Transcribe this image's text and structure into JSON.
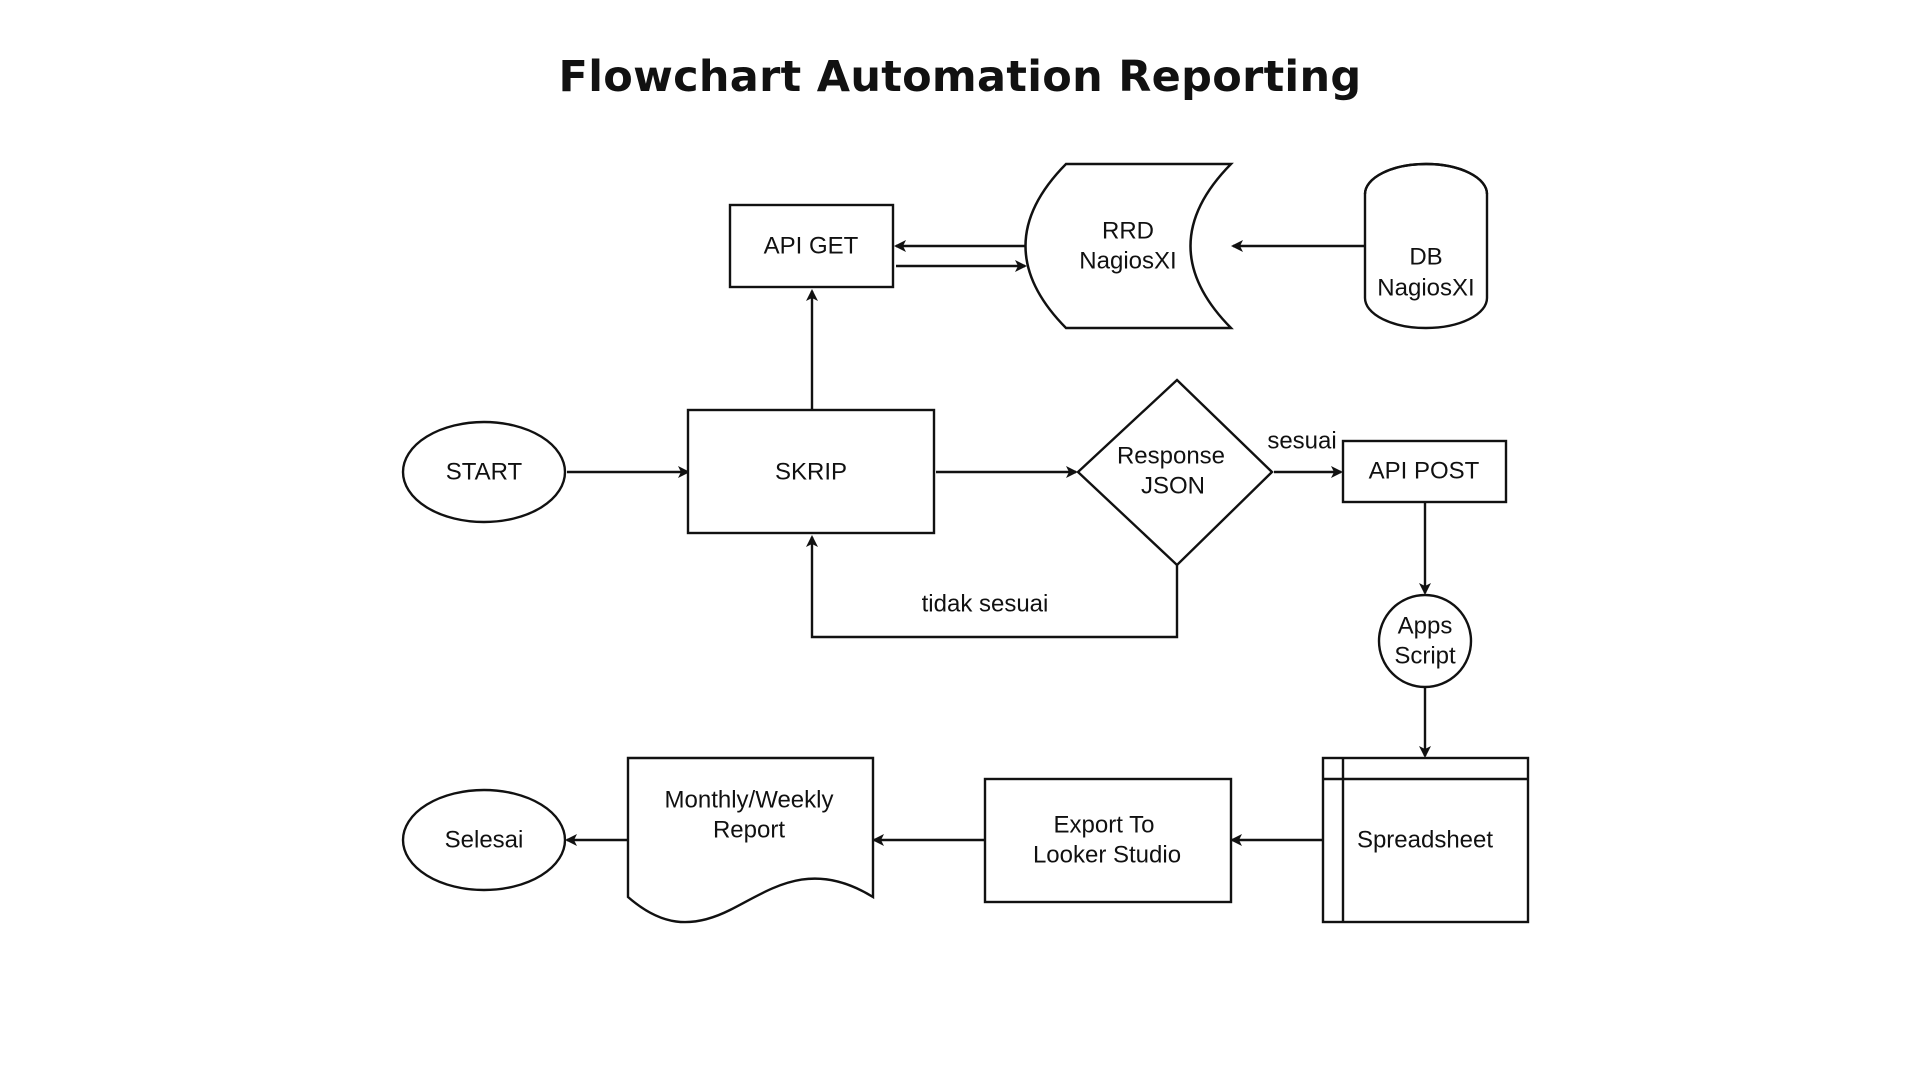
{
  "title": "Flowchart Automation Reporting",
  "nodes": {
    "start": {
      "label": "START",
      "shape": "terminator"
    },
    "skrip": {
      "label": "SKRIP",
      "shape": "process"
    },
    "api_get": {
      "label": "API GET",
      "shape": "process"
    },
    "rrd": {
      "label_lines": [
        "RRD",
        "NagiosXI"
      ],
      "shape": "stored-data"
    },
    "db": {
      "label_lines": [
        "DB",
        "NagiosXI"
      ],
      "shape": "database"
    },
    "response": {
      "label_lines": [
        "Response",
        "JSON"
      ],
      "shape": "decision"
    },
    "api_post": {
      "label": "API POST",
      "shape": "process"
    },
    "apps_script": {
      "label_lines": [
        "Apps",
        "Script"
      ],
      "shape": "connector-circle"
    },
    "spreadsheet": {
      "label": "Spreadsheet",
      "shape": "internal-storage"
    },
    "export": {
      "label_lines": [
        "Export To",
        "Looker Studio"
      ],
      "shape": "process"
    },
    "report": {
      "label_lines": [
        "Monthly/Weekly",
        "Report"
      ],
      "shape": "document"
    },
    "selesai": {
      "label": "Selesai",
      "shape": "terminator"
    }
  },
  "edges": {
    "sesuai": "sesuai",
    "tidak_sesuai": "tidak sesuai"
  },
  "colors": {
    "stroke": "#111111",
    "fill": "#ffffff",
    "background": "#ffffff"
  }
}
